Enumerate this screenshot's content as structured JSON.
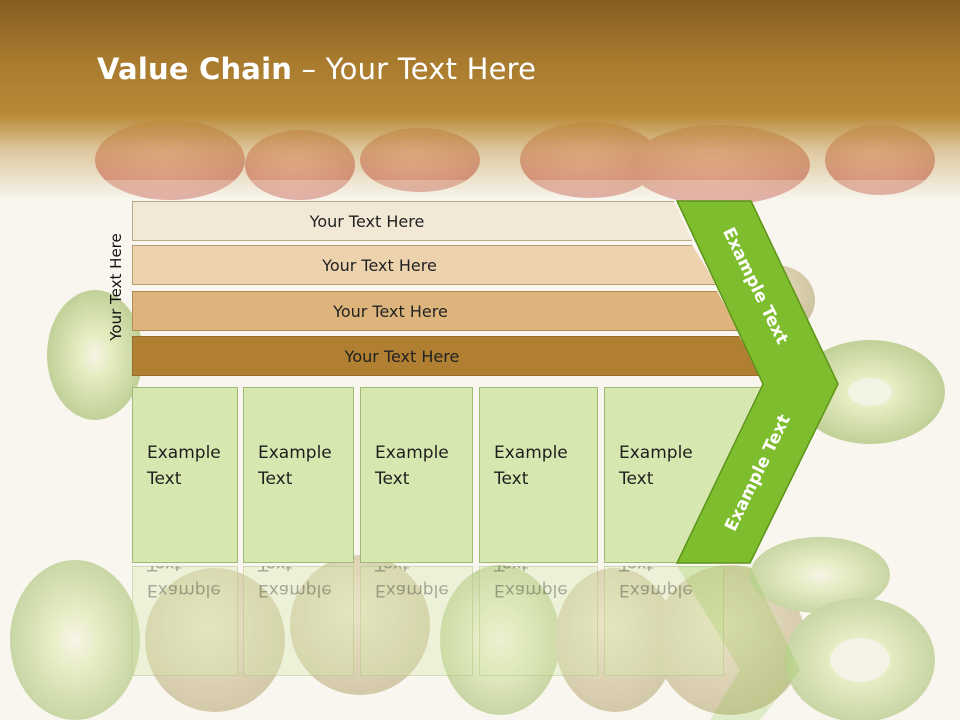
{
  "title": {
    "bold": "Value Chain",
    "rest": " – Your Text Here"
  },
  "side_label": "Your Text Here",
  "bars": [
    {
      "label": "Your Text Here",
      "color": "#f3e8d6"
    },
    {
      "label": "Your Text Here",
      "color": "#ecd3ae"
    },
    {
      "label": "Your Text Here",
      "color": "#ddb57c"
    },
    {
      "label": "Your Text Here",
      "color": "#b07f32"
    }
  ],
  "boxes": [
    {
      "line1": "Example",
      "line2": "Text"
    },
    {
      "line1": "Example",
      "line2": "Text"
    },
    {
      "line1": "Example",
      "line2": "Text"
    },
    {
      "line1": "Example",
      "line2": "Text"
    },
    {
      "line1": "Example",
      "line2": "Text"
    }
  ],
  "chevron": {
    "upper": "Example Text",
    "lower": "Example Text",
    "color": "#7ebd2e",
    "border": "#5e9419"
  },
  "colors": {
    "header": "#a87a2e",
    "box_fill": "#d6e8b0"
  }
}
